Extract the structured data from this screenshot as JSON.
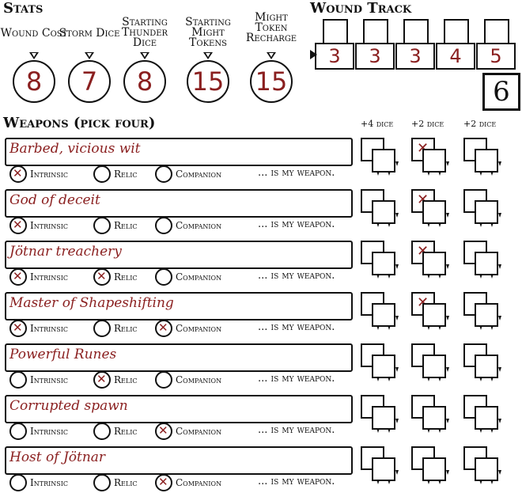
{
  "stats": {
    "heading": "Stats",
    "items": [
      {
        "label": "Wound Cost",
        "value": "8"
      },
      {
        "label": "Storm Dice",
        "value": "7"
      },
      {
        "label": "Starting Thunder Dice",
        "value": "8"
      },
      {
        "label": "Starting Might Tokens",
        "value": "15"
      },
      {
        "label": "Might Token Recharge",
        "value": "15"
      }
    ]
  },
  "wound_track": {
    "heading": "Wound Track",
    "values": [
      "3",
      "3",
      "3",
      "4",
      "5"
    ],
    "final": "6"
  },
  "weapons": {
    "heading": "Weapons (pick four)",
    "dice_headers": [
      "+4 dice",
      "+2 dice",
      "+2 dice"
    ],
    "option_labels": [
      "Intrinsic",
      "Relic",
      "Companion"
    ],
    "suffix": "... is my weapon.",
    "rows": [
      {
        "name": "Barbed, vicious wit",
        "intrinsic": true,
        "relic": false,
        "companion": false,
        "dice": [
          false,
          true,
          false
        ]
      },
      {
        "name": "God of deceit",
        "intrinsic": true,
        "relic": false,
        "companion": false,
        "dice": [
          false,
          true,
          false
        ]
      },
      {
        "name": "Jötnar treachery",
        "intrinsic": true,
        "relic": true,
        "companion": false,
        "dice": [
          false,
          true,
          false
        ]
      },
      {
        "name": "Master of Shapeshifting",
        "intrinsic": true,
        "relic": false,
        "companion": true,
        "dice": [
          false,
          true,
          false
        ]
      },
      {
        "name": "Powerful Runes",
        "intrinsic": false,
        "relic": true,
        "companion": false,
        "dice": [
          false,
          false,
          false
        ]
      },
      {
        "name": "Corrupted spawn",
        "intrinsic": false,
        "relic": false,
        "companion": true,
        "dice": [
          false,
          false,
          false
        ]
      },
      {
        "name": "Host of Jötnar",
        "intrinsic": false,
        "relic": false,
        "companion": true,
        "dice": [
          false,
          false,
          false
        ]
      }
    ]
  }
}
